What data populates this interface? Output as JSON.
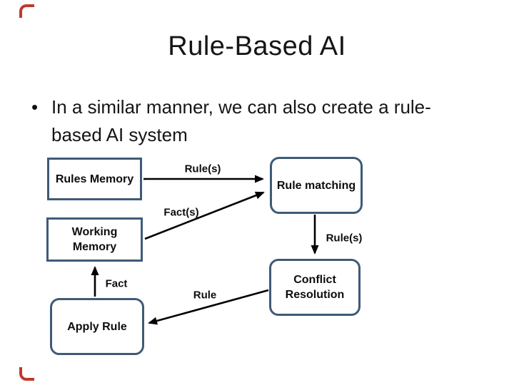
{
  "slide": {
    "title": "Rule-Based AI",
    "bullet": {
      "marker": "•",
      "lines": [
        "In a similar manner, we can also create a rule-",
        "based AI system"
      ]
    }
  },
  "diagram": {
    "boxes": [
      {
        "id": "rules-memory",
        "label": "Rules Memory",
        "shape": "rect"
      },
      {
        "id": "rule-matching",
        "label": "Rule matching",
        "shape": "rounded"
      },
      {
        "id": "working-memory",
        "label": "Working Memory",
        "shape": "rect"
      },
      {
        "id": "conflict-resolution",
        "label": "Conflict Resolution",
        "shape": "rounded"
      },
      {
        "id": "apply-rule",
        "label": "Apply Rule",
        "shape": "rounded"
      }
    ],
    "arrows": [
      {
        "label": "Rule(s)",
        "from": "Rules Memory",
        "to": "Rule matching"
      },
      {
        "label": "Fact(s)",
        "from": "Working Memory",
        "to": "Rule matching"
      },
      {
        "label": "Rule(s)",
        "from": "Rule matching",
        "to": "Conflict Resolution"
      },
      {
        "label": "Rule",
        "from": "Conflict Resolution",
        "to": "Apply Rule"
      },
      {
        "label": "Fact",
        "from": "Apply Rule",
        "to": "Working Memory"
      }
    ],
    "colors": {
      "box_border": "#3e5a78",
      "arrow": "#000000",
      "text": "#111111",
      "corner_accent": "#c0392b"
    }
  }
}
